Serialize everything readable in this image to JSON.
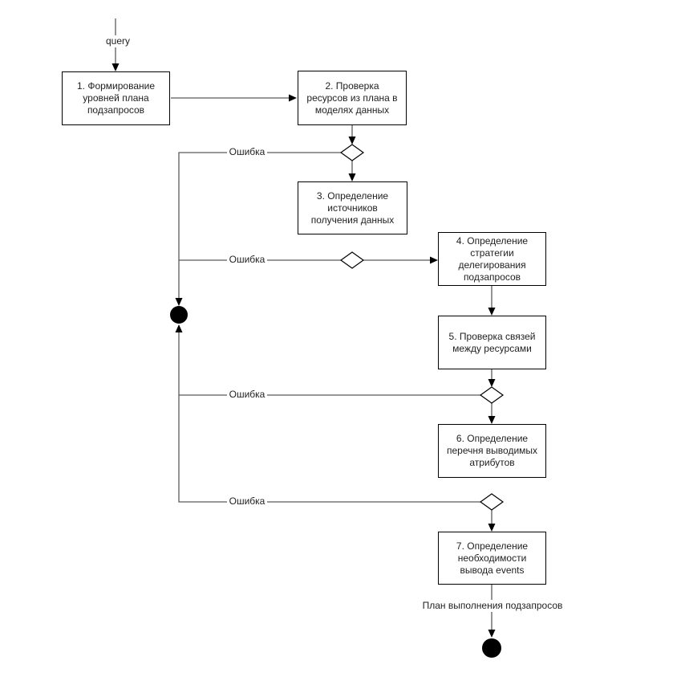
{
  "diagram": {
    "type": "uml-activity-flowchart",
    "labels": {
      "start": "query",
      "error": "Ошибка",
      "output": "План выполнения подзапросов"
    },
    "steps": [
      {
        "id": "1",
        "lines": [
          "1. Формирование",
          "уровней плана",
          "подзапросов"
        ]
      },
      {
        "id": "2",
        "lines": [
          "2. Проверка",
          "ресурсов из плана в",
          "моделях данных"
        ]
      },
      {
        "id": "3",
        "lines": [
          "3. Определение",
          "источников",
          "получения данных"
        ]
      },
      {
        "id": "4",
        "lines": [
          "4. Определение",
          "стратегии",
          "делегирования",
          "подзапросов"
        ]
      },
      {
        "id": "5",
        "lines": [
          "5. Проверка связей",
          "между ресурсами"
        ]
      },
      {
        "id": "6",
        "lines": [
          "6. Определение",
          "перечня выводимых",
          "атрибутов"
        ]
      },
      {
        "id": "7",
        "lines": [
          "7. Определение",
          "необходимости",
          "вывода events"
        ]
      }
    ],
    "colors": {
      "connector": "#5b5b5b",
      "shape_border": "#000000",
      "shape_fill": "#ffffff",
      "terminal_fill": "#000000",
      "text": "#1f1f1f",
      "background": "#ffffff"
    }
  }
}
